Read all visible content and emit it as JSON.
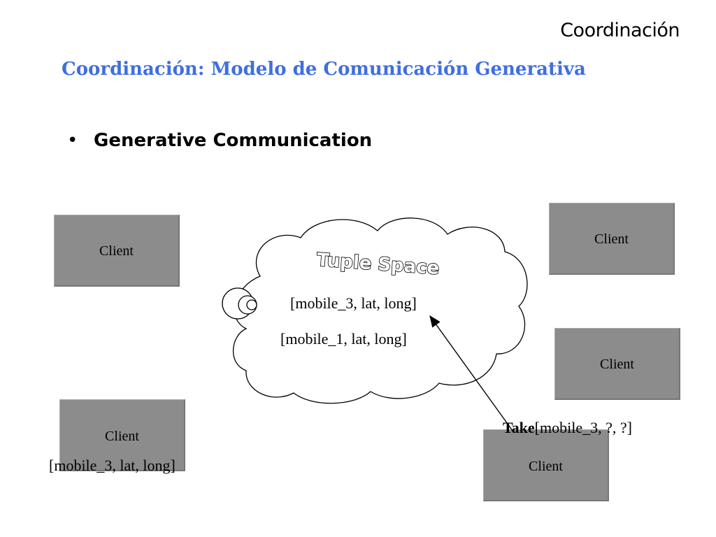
{
  "header": {
    "section_label": "Coordinación"
  },
  "title": "Coordinación: Modelo de Comunicación Generativa",
  "bullet": {
    "marker": "•",
    "text": "Generative Communication"
  },
  "cloud": {
    "title": "Tuple Space",
    "tuples": [
      "[mobile_3, lat, long]",
      "[mobile_1, lat, long]"
    ]
  },
  "clients": {
    "top_left": "Client",
    "top_right": "Client",
    "middle_right": "Client",
    "bottom_left": "Client",
    "bottom_right": "Client"
  },
  "bottom_left_tuple": "[mobile_3, lat, long]",
  "take_operation": {
    "keyword": "Take",
    "pattern": "[mobile_3, ?, ?]"
  },
  "colors": {
    "title": "#3f6fe0",
    "client_fill": "#8c8c8c"
  }
}
